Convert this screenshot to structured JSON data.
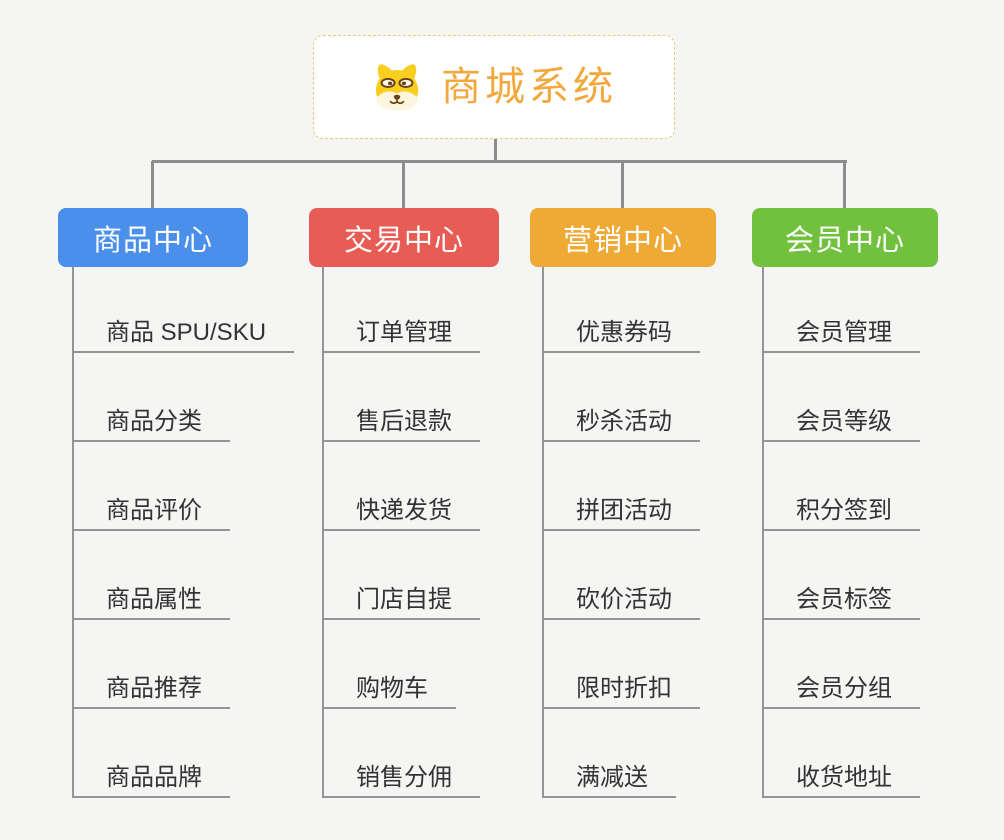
{
  "root": {
    "title": "商城系统",
    "accent_color": "#f2a83c",
    "icon": "dog-face-icon"
  },
  "branches": [
    {
      "label": "商品中心",
      "color": "#4a8fe9",
      "items": [
        "商品 SPU/SKU",
        "商品分类",
        "商品评价",
        "商品属性",
        "商品推荐",
        "商品品牌"
      ]
    },
    {
      "label": "交易中心",
      "color": "#e85c56",
      "items": [
        "订单管理",
        "售后退款",
        "快递发货",
        "门店自提",
        "购物车",
        "销售分佣"
      ]
    },
    {
      "label": "营销中心",
      "color": "#efa935",
      "items": [
        "优惠券码",
        "秒杀活动",
        "拼团活动",
        "砍价活动",
        "限时折扣",
        "满减送"
      ]
    },
    {
      "label": "会员中心",
      "color": "#72c13e",
      "items": [
        "会员管理",
        "会员等级",
        "积分签到",
        "会员标签",
        "会员分组",
        "收货地址"
      ]
    }
  ]
}
